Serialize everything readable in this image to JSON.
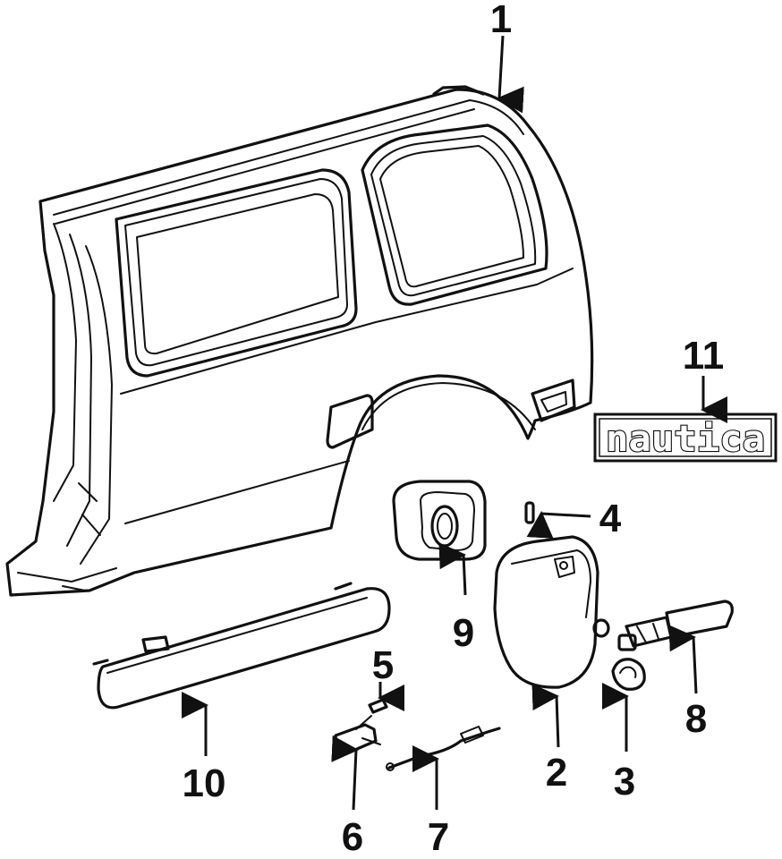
{
  "callouts": {
    "c1": "1",
    "c2": "2",
    "c3": "3",
    "c4": "4",
    "c5": "5",
    "c6": "6",
    "c7": "7",
    "c8": "8",
    "c9": "9",
    "c10": "10",
    "c11": "11"
  },
  "badge": {
    "text": "nautica"
  },
  "colors": {
    "ink": "#111111",
    "paper": "#ffffff"
  }
}
